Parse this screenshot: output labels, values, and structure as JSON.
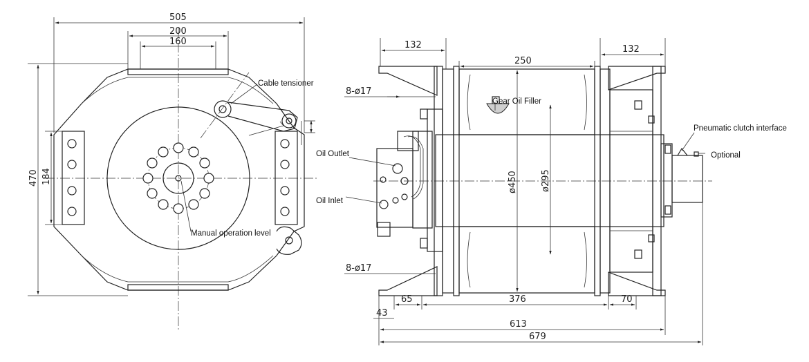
{
  "dimensions": {
    "front_overall_width": "505",
    "front_top_outer": "200",
    "front_top_inner": "160",
    "front_height_overall": "470",
    "front_height_bolt": "184",
    "side_left_flange": "132",
    "side_right_flange": "132",
    "side_drum_length": "250",
    "side_hole_top": "8-ø17",
    "side_hole_bottom": "8-ø17",
    "side_flange_dia": "ø450",
    "side_drum_dia": "ø295",
    "side_65": "65",
    "side_376": "376",
    "side_70": "70",
    "side_43": "43",
    "side_613": "613",
    "side_679": "679"
  },
  "labels": {
    "cable_tensioner": "Cable tensioner",
    "manual_operation": "Manual operation level",
    "gear_oil_filler": "Gear Oil Filler",
    "oil_outlet": "Oil Outlet",
    "oil_inlet": "Oil Inlet",
    "pneumatic_clutch": "Pneumatic clutch interface",
    "optional": "Optional"
  }
}
